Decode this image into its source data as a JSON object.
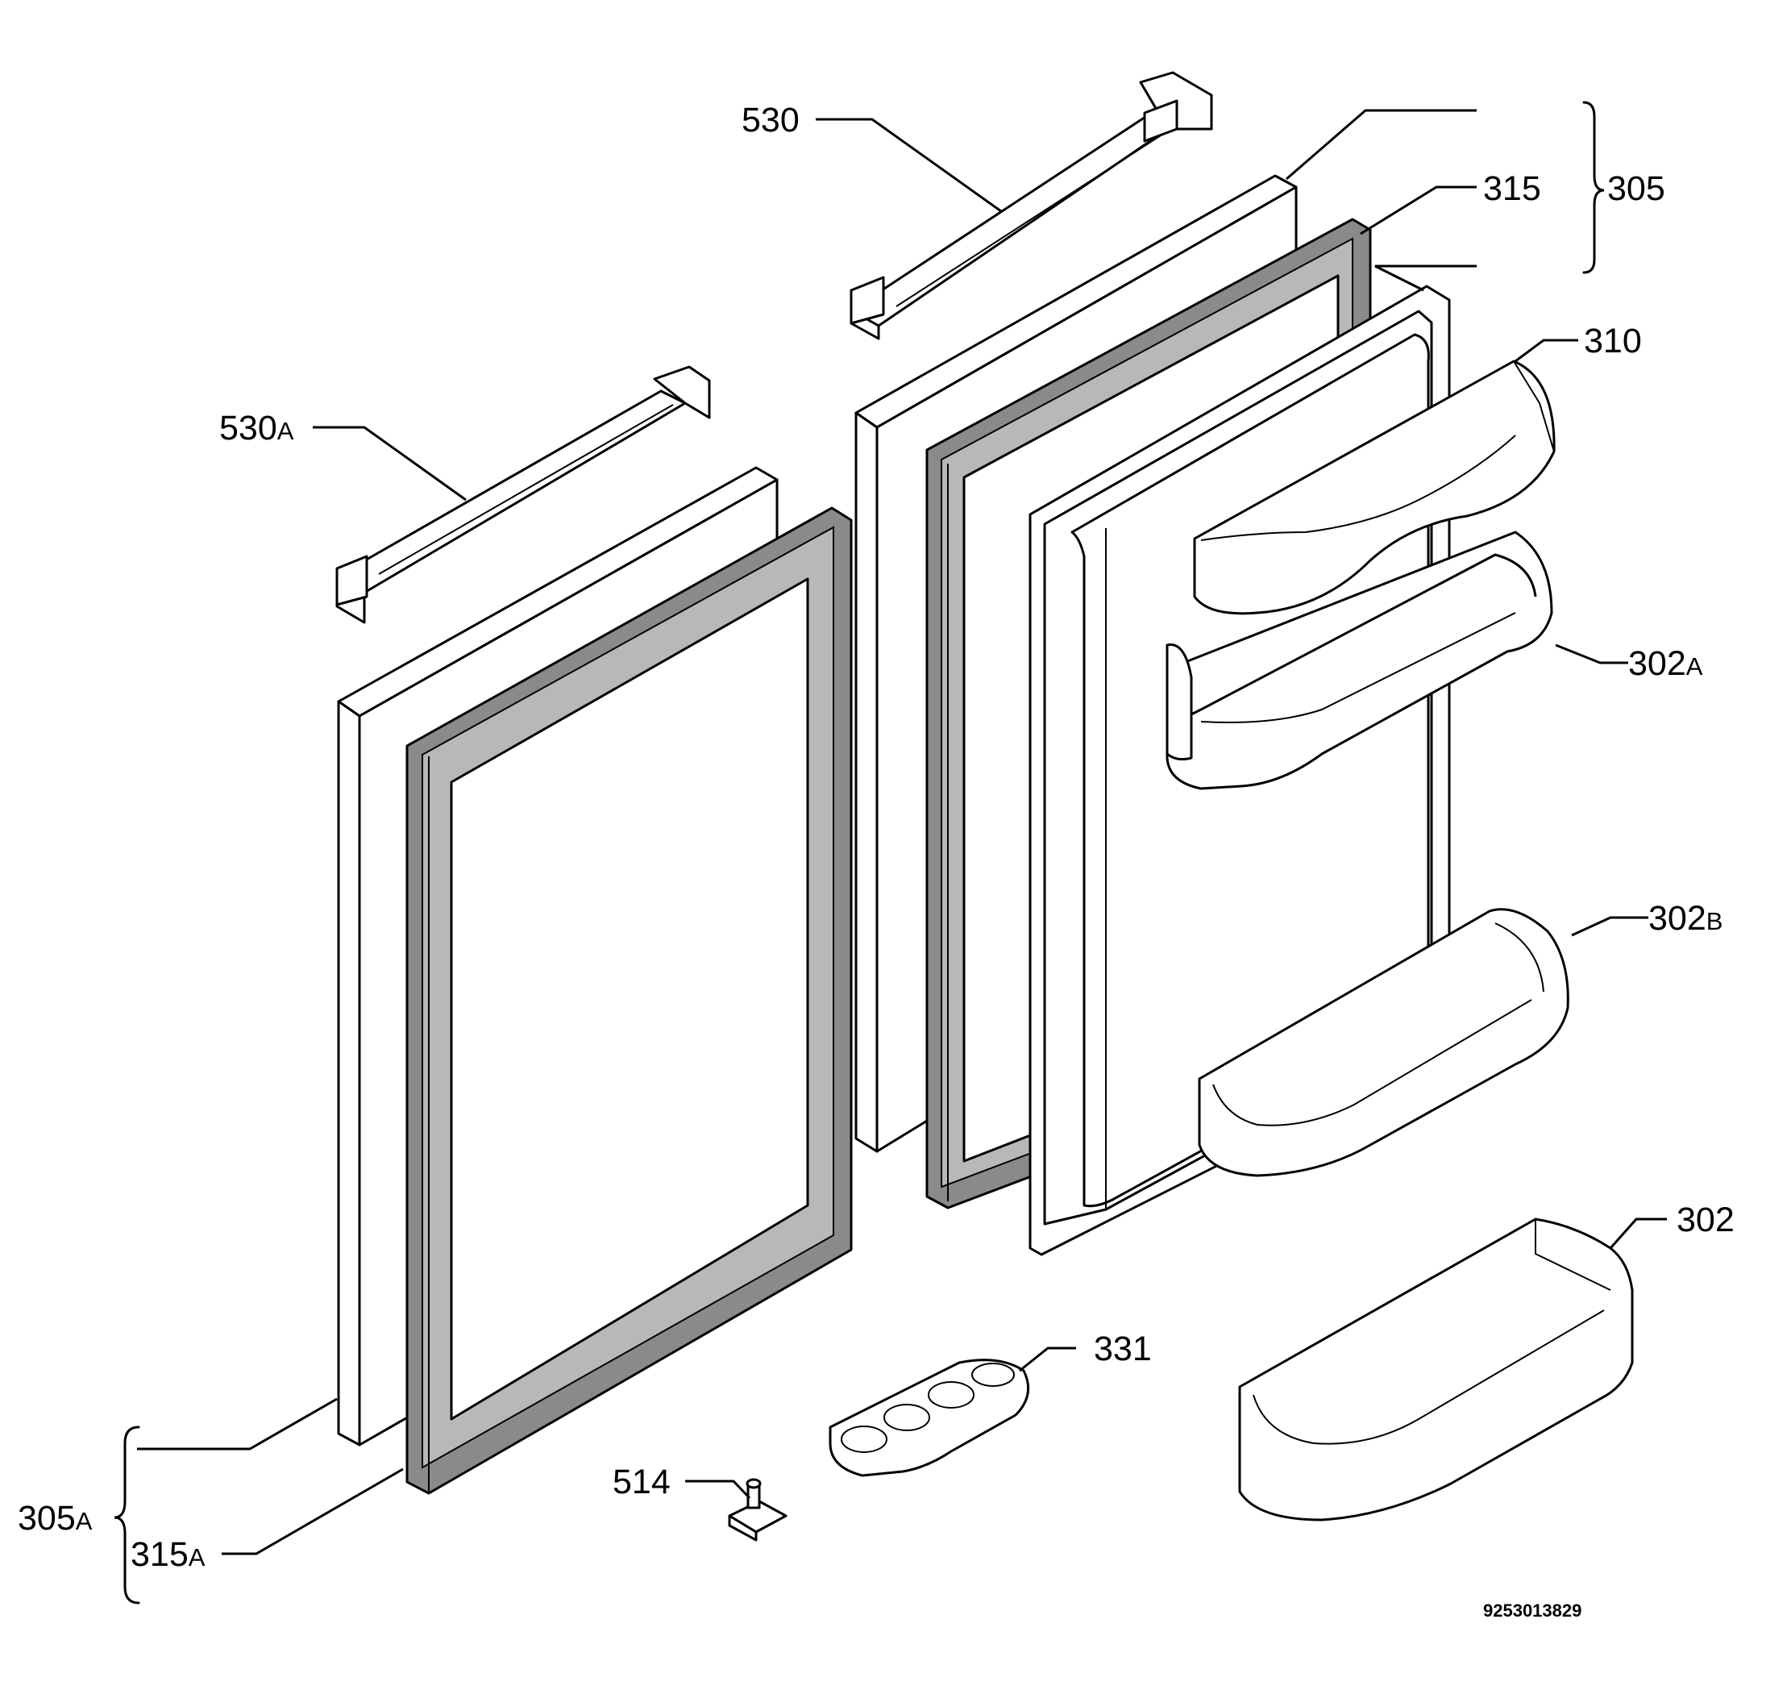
{
  "diagram": {
    "labels": {
      "l530": "530",
      "l530A_num": "530",
      "l530A_sub": "A",
      "l315": "315",
      "l305": "305",
      "l310": "310",
      "l302A_num": "302",
      "l302A_sub": "A",
      "l302B_num": "302",
      "l302B_sub": "B",
      "l302": "302",
      "l331": "331",
      "l514": "514",
      "l305A_num": "305",
      "l305A_sub": "A",
      "l315A_num": "315",
      "l315A_sub": "A"
    },
    "drawing_code": "9253013829"
  }
}
